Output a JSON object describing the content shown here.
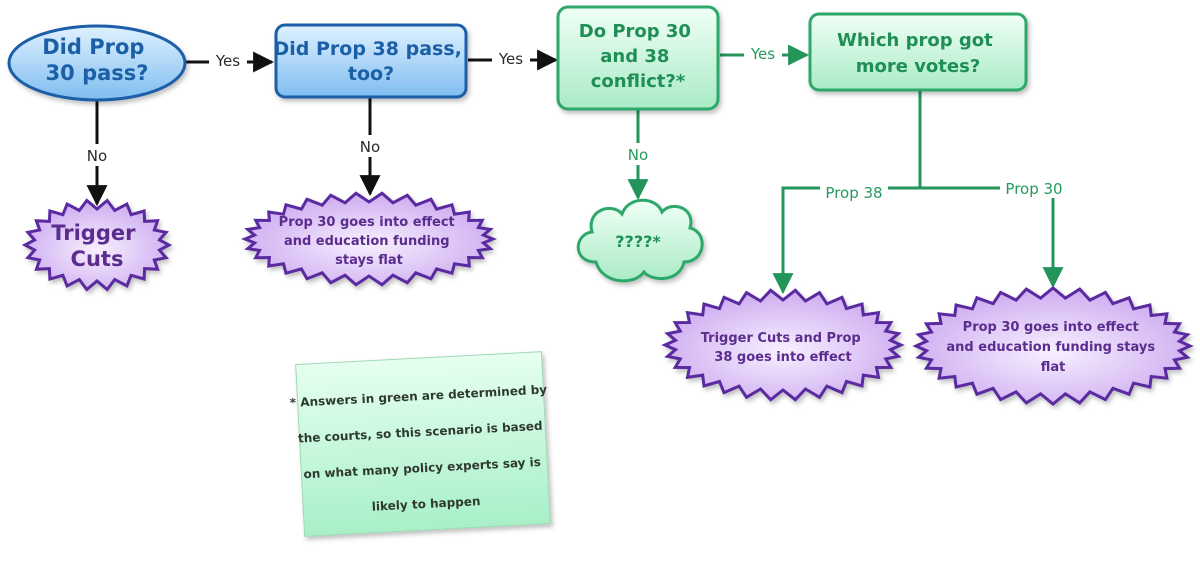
{
  "nodes": {
    "q1": {
      "lines": [
        "Did Prop",
        "30 pass?"
      ]
    },
    "q2": {
      "lines": [
        "Did Prop 38 pass,",
        "too?"
      ]
    },
    "q3": {
      "lines": [
        "Do Prop 30",
        "and 38",
        "conflict?*"
      ]
    },
    "q4": {
      "lines": [
        "Which prop got",
        "more votes?"
      ]
    },
    "out_trigger": {
      "lines": [
        "Trigger",
        "Cuts"
      ]
    },
    "out_prop30_flat_a": {
      "lines": [
        "Prop 30 goes into effect",
        "and education funding",
        "stays flat"
      ]
    },
    "out_unknown": {
      "lines": [
        "????*"
      ]
    },
    "out_trigger_prop38": {
      "lines": [
        "Trigger Cuts and Prop",
        "38 goes into effect"
      ]
    },
    "out_prop30_flat_b": {
      "lines": [
        "Prop 30 goes into effect",
        "and education funding stays",
        "flat"
      ]
    }
  },
  "edges": {
    "q1_q2": "Yes",
    "q2_q3": "Yes",
    "q3_q4": "Yes",
    "q1_no": "No",
    "q2_no": "No",
    "q3_no": "No",
    "q4_prop38": "Prop 38",
    "q4_prop30": "Prop 30"
  },
  "note": {
    "lines": [
      "* Answers in green are determined by",
      "the courts, so this scenario is based",
      "on what many policy experts say is",
      "likely to happen"
    ]
  },
  "colors": {
    "blue_fill": "#8fc8f2",
    "blue_stroke": "#1f5fa8",
    "green_fill": "#c9f3dc",
    "green_stroke": "#2ea86a",
    "purple_fill": "#dcc6f3",
    "purple_stroke": "#5a2aa0",
    "note_fill": "#c6f5d6"
  }
}
